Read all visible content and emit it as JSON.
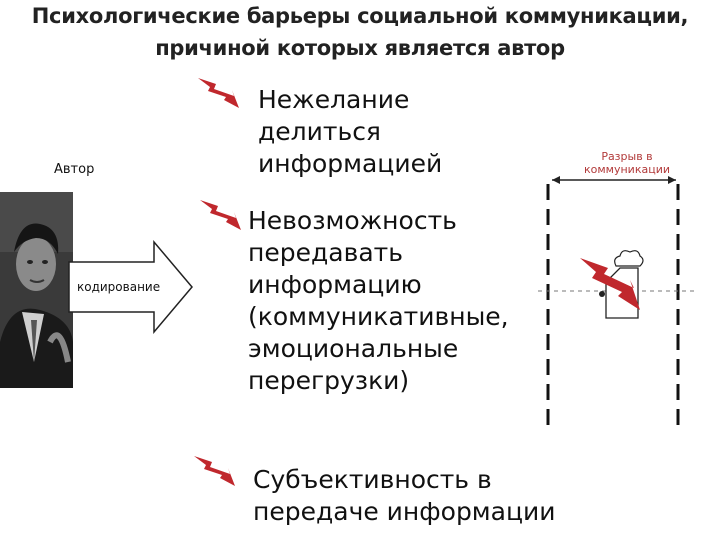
{
  "title": {
    "line1": "Психологические барьеры социальной коммуникации,",
    "line2": "причиной которых является автор"
  },
  "author_label": "Автор",
  "encoding_label": "кодирование",
  "barriers": [
    {
      "lines": [
        "Нежелание",
        "делиться",
        "информацией"
      ]
    },
    {
      "lines": [
        "Невозможность",
        "передавать",
        "информацию",
        "(коммуникативные,",
        "эмоциональные",
        "перегрузки)"
      ]
    },
    {
      "lines": [
        "Субъективность в",
        "передаче информации"
      ]
    }
  ],
  "gap": {
    "line1": "Разрыв в",
    "line2": "коммуникации"
  },
  "colors": {
    "bolt": "#c0282d",
    "gap_text": "#b23a3a",
    "title": "#222222"
  },
  "icons": [
    "lightning-icon",
    "arrow-icon",
    "person-photo",
    "document-icon"
  ]
}
